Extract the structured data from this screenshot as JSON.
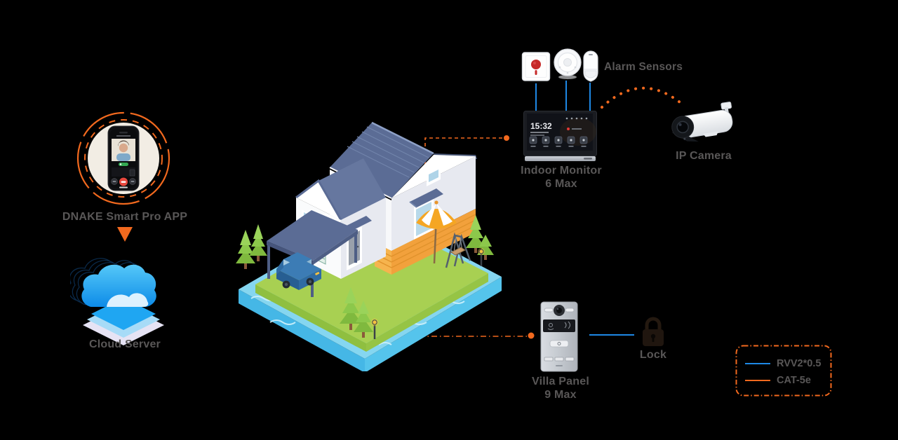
{
  "colors": {
    "background": "#000000",
    "accent_orange": "#F2691E",
    "wire_blue": "#1E88E5",
    "label_gray": "#595757"
  },
  "app": {
    "label": "DNAKE Smart Pro APP"
  },
  "cloud_server": {
    "label": "Cloud Server"
  },
  "alarm_sensors": {
    "label": "Alarm Sensors",
    "items": [
      {
        "name": "emergency-button"
      },
      {
        "name": "smoke-detector"
      },
      {
        "name": "pir-motion-sensor"
      }
    ]
  },
  "indoor_monitor": {
    "label": "Indoor Monitor",
    "model": "6 Max",
    "screen_time": "15:32"
  },
  "ip_camera": {
    "label": "IP Camera"
  },
  "villa_panel": {
    "label": "Villa Panel",
    "model": "9 Max"
  },
  "door_lock": {
    "label": "Lock"
  },
  "legend": {
    "items": [
      {
        "label": "RVV2*0.5",
        "color": "#1E88E5"
      },
      {
        "label": "CAT-5e",
        "color": "#F2691E"
      }
    ]
  }
}
